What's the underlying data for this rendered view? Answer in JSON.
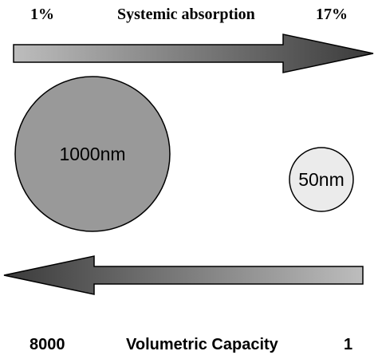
{
  "top_scale": {
    "left_value": "1%",
    "title": "Systemic absorption",
    "right_value": "17%"
  },
  "bottom_scale": {
    "left_value": "8000",
    "title": "Volumetric Capacity",
    "right_value": "1"
  },
  "particles": {
    "large": {
      "label": "1000nm",
      "fill": "#999999"
    },
    "small": {
      "label": "50nm",
      "fill": "#ebebeb"
    }
  },
  "colors": {
    "arrow_light": "#bdbdbd",
    "arrow_dark": "#3a3a3a",
    "outline": "#000000"
  }
}
